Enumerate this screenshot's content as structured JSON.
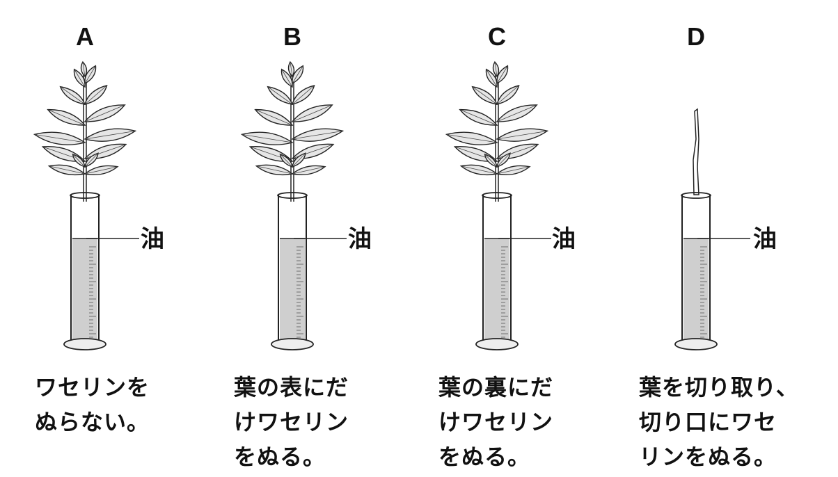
{
  "oil_label": "油",
  "panels": [
    {
      "letter": "A",
      "plant": "leafy",
      "caption": [
        "ワセリンを",
        "ぬらない。"
      ]
    },
    {
      "letter": "B",
      "plant": "leafy",
      "caption": [
        "葉の表にだ",
        "けワセリン",
        "をぬる。"
      ]
    },
    {
      "letter": "C",
      "plant": "leafy",
      "caption": [
        "葉の裏にだ",
        "けワセリン",
        "をぬる。"
      ]
    },
    {
      "letter": "D",
      "plant": "stem-only",
      "caption": [
        "葉を切り取り、",
        "切り口にワセ",
        "リンをぬる。"
      ]
    }
  ]
}
